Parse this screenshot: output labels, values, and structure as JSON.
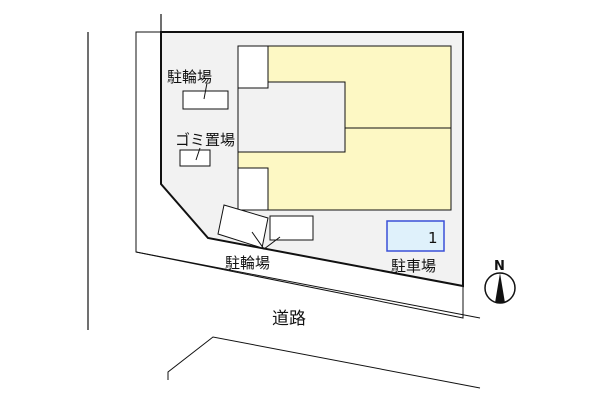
{
  "title": "Site layout map",
  "colors": {
    "site_fill": "#f2f2f2",
    "building_fill": "#fdf8c4",
    "parking_fill": "#dff1fb",
    "parking_border": "#3a4fd8",
    "line": "#111111"
  },
  "labels": {
    "bicycle_parking_top": "駐輪場",
    "garbage_area": "ゴミ置場",
    "bicycle_parking_bottom": "駐輪場",
    "parking_lot": "駐車場",
    "parking_space_number": "1",
    "road": "道路",
    "compass_north": "N"
  },
  "icons": {
    "compass": "north-arrow-compass-icon"
  }
}
